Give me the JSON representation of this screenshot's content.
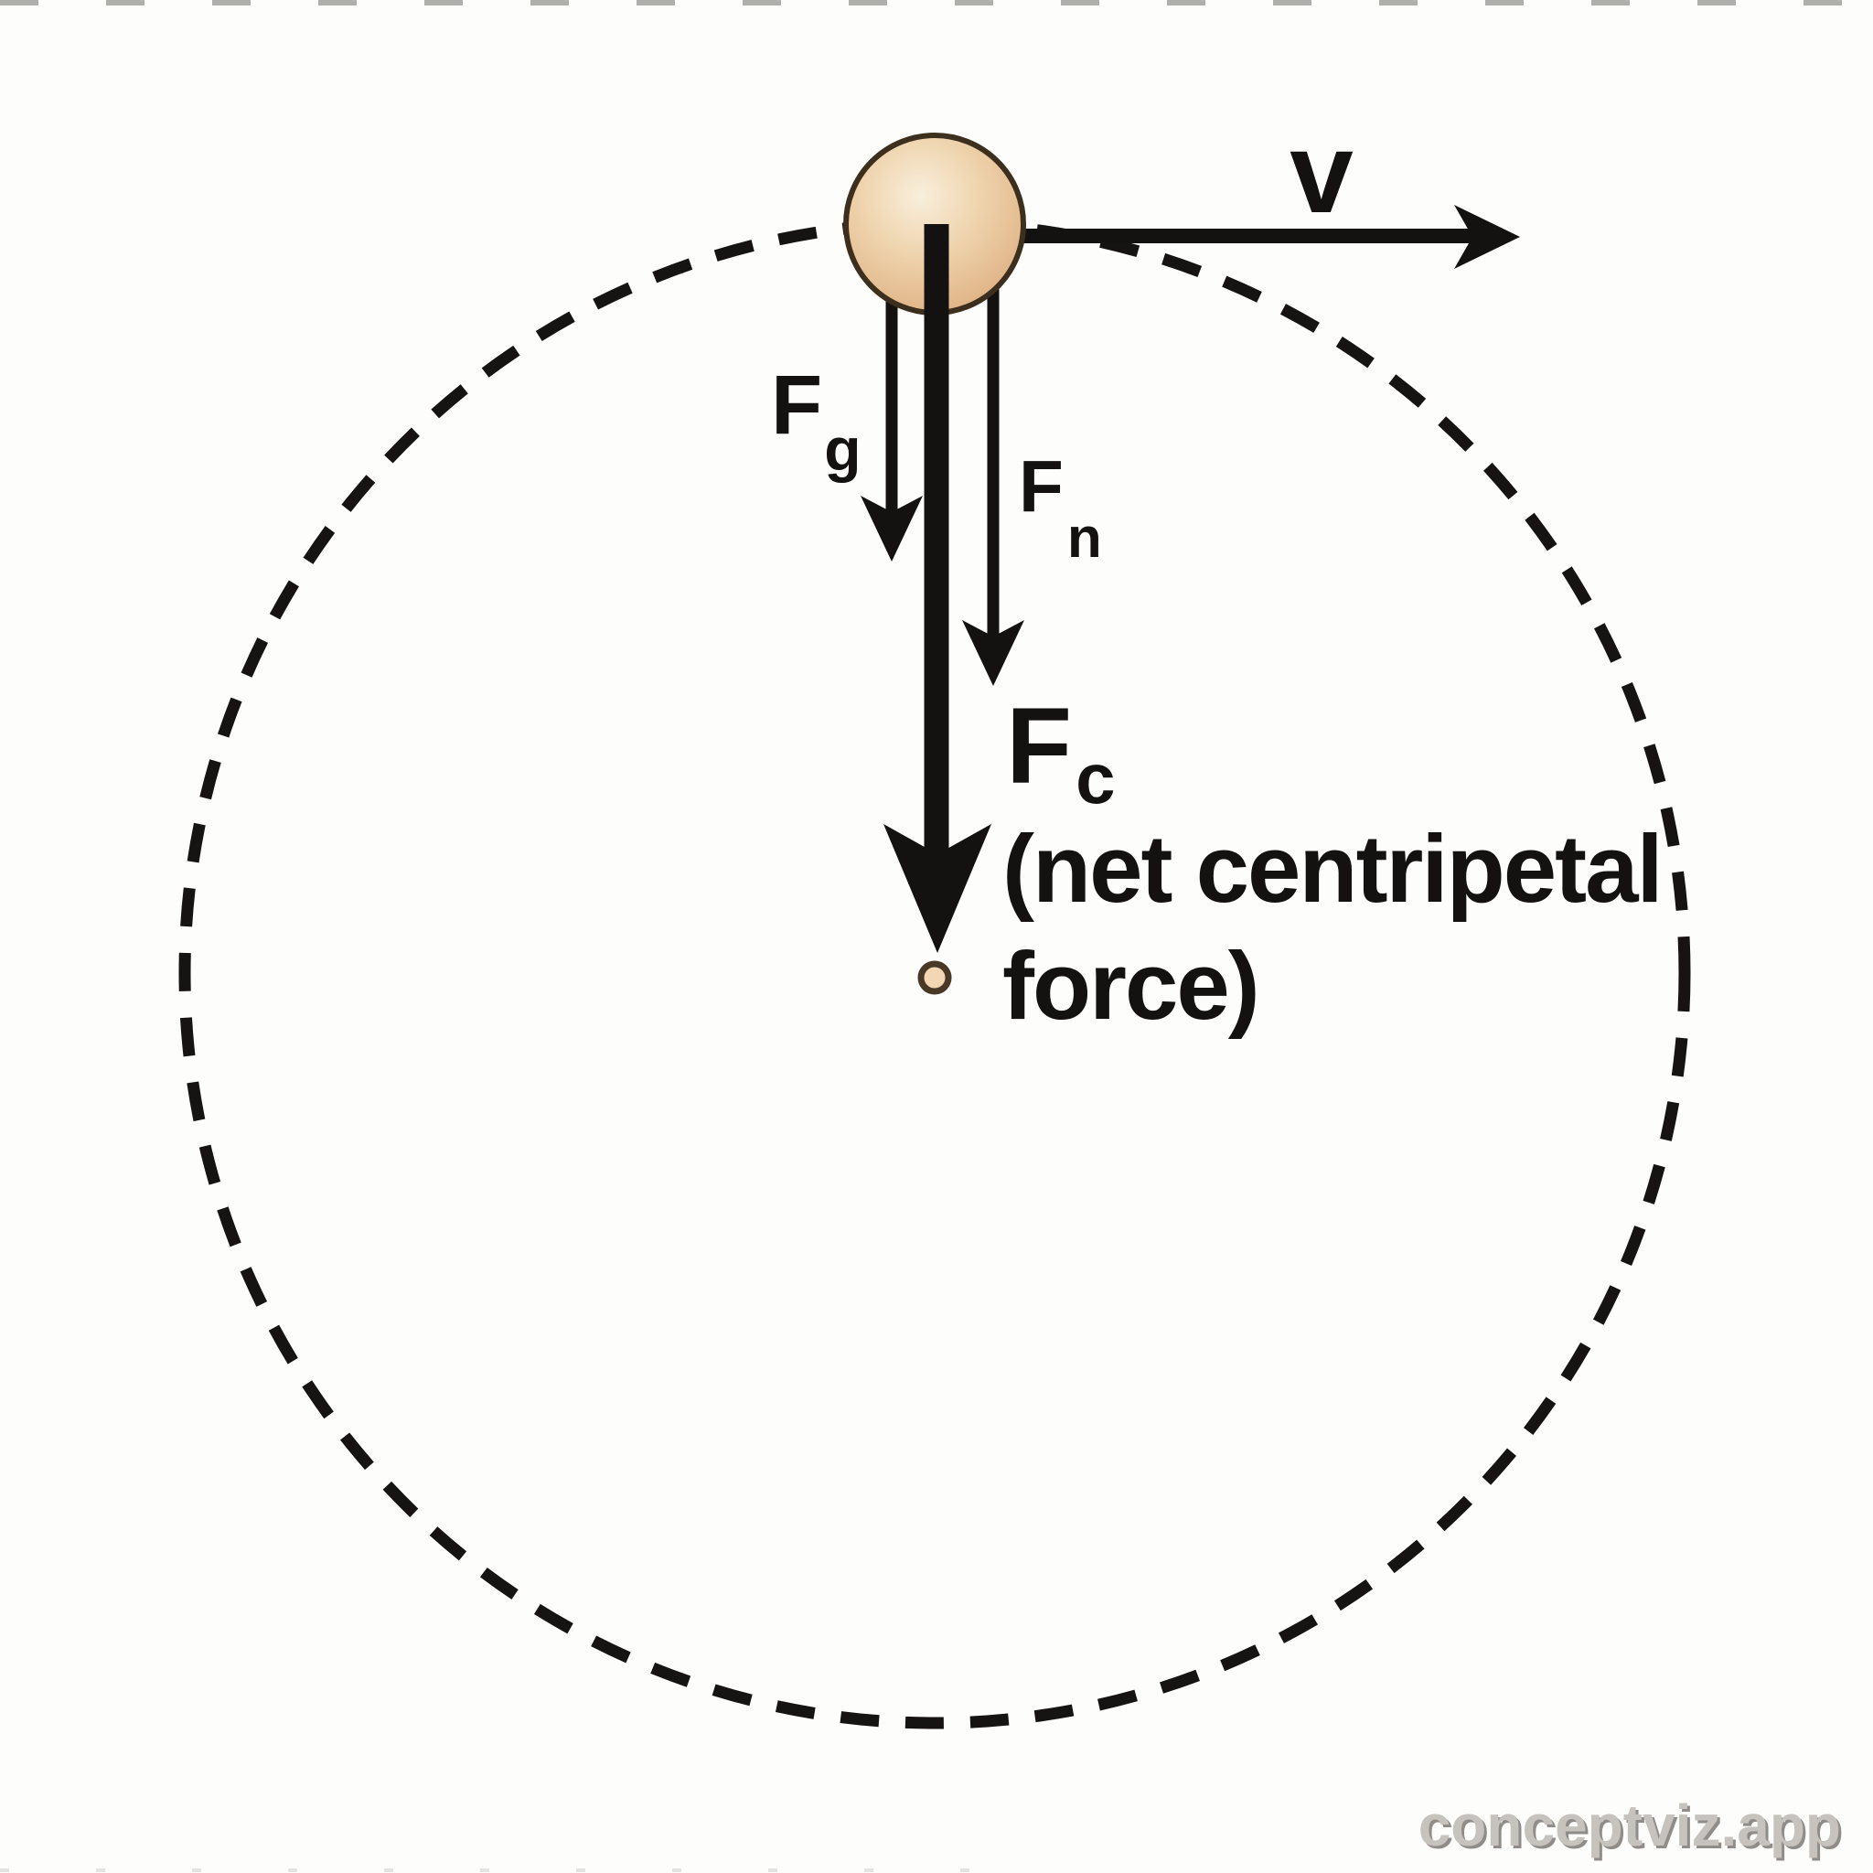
{
  "diagram": {
    "type": "circular-motion-force-diagram",
    "velocity": {
      "label": "v"
    },
    "force_gravity": {
      "symbol": "F",
      "subscript": "g"
    },
    "force_normal": {
      "symbol": "F",
      "subscript": "n"
    },
    "force_centripetal": {
      "symbol": "F",
      "subscript": "c",
      "note_line1": "(net centripetal",
      "note_line2": "force)"
    },
    "watermark": "conceptviz.app",
    "colors": {
      "ink": "#141210",
      "ball_outline": "#3d2f1e",
      "ball_highlight": "#f9efdc",
      "ball_mid": "#eed2ab",
      "ball_edge": "#dcab7c",
      "center_dot_fill": "#f3d6b4",
      "center_dot_ring": "#4a3827",
      "watermark_dark": "#8f8c89",
      "watermark_light": "#c6c3bf",
      "background": "#fdfdfb"
    }
  }
}
